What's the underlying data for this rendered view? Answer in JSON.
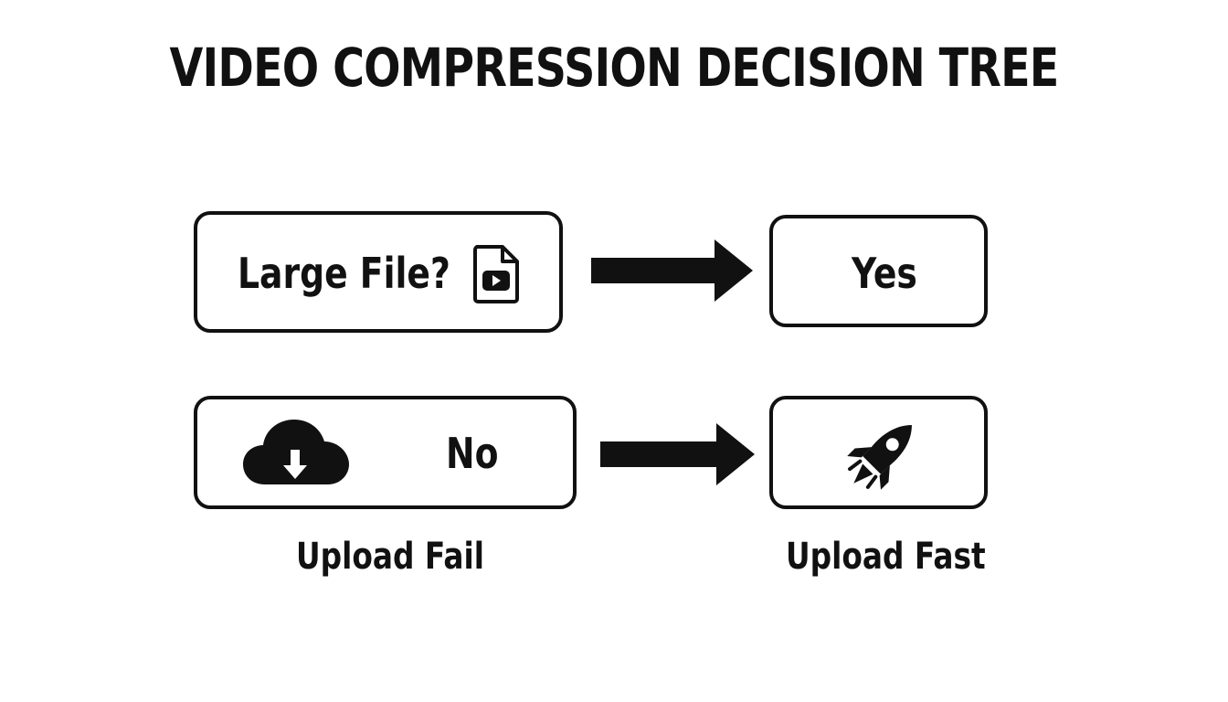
{
  "title": "VIDEO COMPRESSION DECISION TREE",
  "nodes": {
    "large_file": {
      "label": "Large File?",
      "icon": "video-file-icon"
    },
    "yes": {
      "label": "Yes"
    },
    "no": {
      "label": "No",
      "icon": "cloud-download-icon"
    },
    "upload_fast_node": {
      "icon": "rocket-icon"
    }
  },
  "captions": {
    "upload_fail": "Upload Fail",
    "upload_fast": "Upload Fast"
  },
  "colors": {
    "ink": "#111111",
    "background": "#ffffff"
  }
}
